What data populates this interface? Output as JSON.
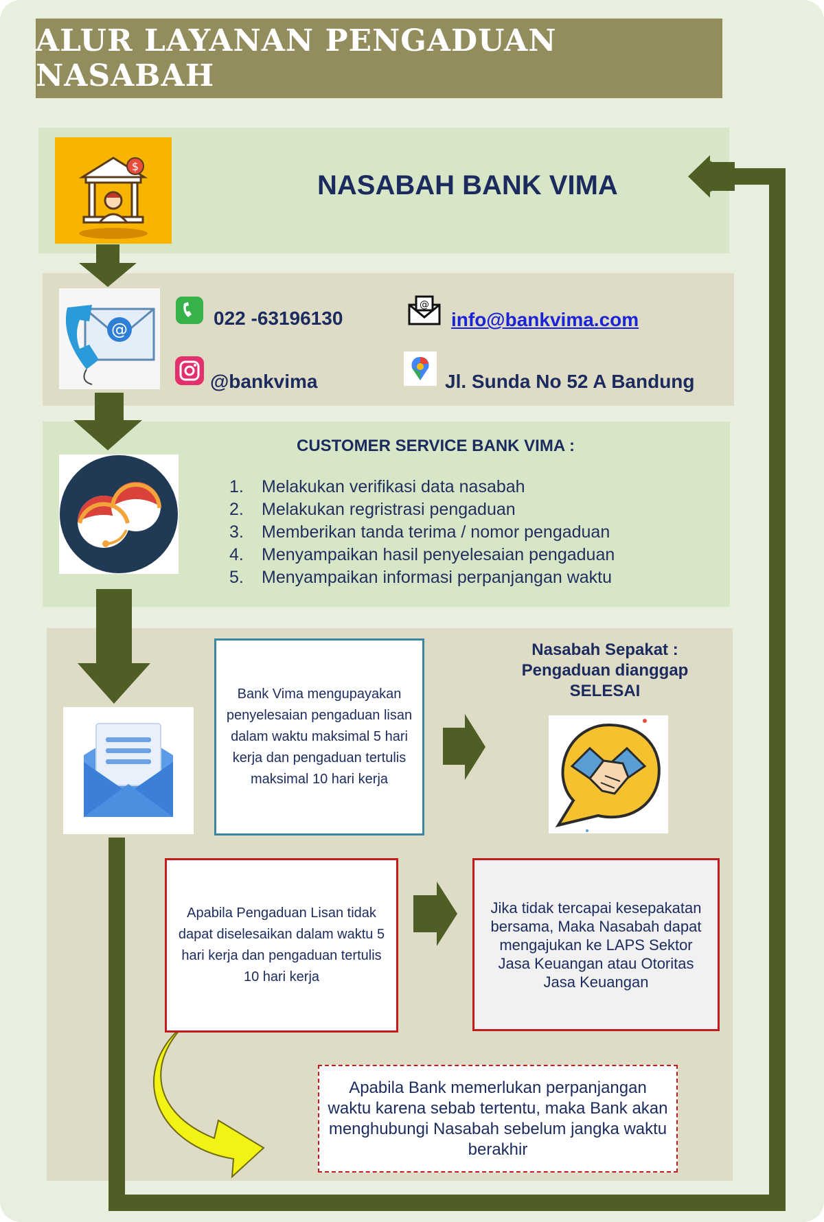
{
  "title": "ALUR LAYANAN PENGADUAN NASABAH",
  "customer_heading": "NASABAH BANK VIMA",
  "contacts": {
    "phone": "022 -63196130",
    "email": "info@bankvima.com",
    "instagram": "@bankvima",
    "address": "Jl. Sunda No 52 A Bandung"
  },
  "customer_service": {
    "title": "CUSTOMER SERVICE BANK VIMA :",
    "steps": [
      {
        "num": "1.",
        "text": "Melakukan verifikasi data nasabah"
      },
      {
        "num": "2.",
        "text": "Melakukan regristrasi pengaduan"
      },
      {
        "num": "3.",
        "text": "Memberikan tanda terima / nomor pengaduan"
      },
      {
        "num": "4.",
        "text": "Menyampaikan hasil penyelesaian pengaduan"
      },
      {
        "num": "5.",
        "text": "Menyampaikan informasi perpanjangan waktu"
      }
    ]
  },
  "resolution": {
    "text": "Bank Vima mengupayakan penyelesaian pengaduan lisan dalam waktu maksimal 5 hari kerja dan pengaduan tertulis maksimal 10 hari kerja"
  },
  "agreement": {
    "line1": "Nasabah Sepakat :",
    "line2": "Pengaduan dianggap",
    "line3": "SELESAI"
  },
  "unresolved": {
    "text": "Apabila Pengaduan Lisan tidak dapat diselesaikan dalam waktu 5 hari kerja dan pengaduan tertulis 10 hari kerja"
  },
  "escalation": {
    "text": "Jika tidak tercapai kesepakatan bersama, Maka Nasabah dapat mengajukan ke LAPS  Sektor Jasa Keuangan atau Otoritas Jasa Keuangan"
  },
  "extension": {
    "text": "Apabila Bank memerlukan perpanjangan waktu karena sebab tertentu, maka Bank akan menghubungi Nasabah sebelum jangka waktu berakhir"
  },
  "icons": [
    "bank-customer-icon",
    "phone-email-icon",
    "phone-icon",
    "email-icon",
    "instagram-icon",
    "location-icon",
    "customer-service-icon",
    "envelope-letter-icon",
    "handshake-icon",
    "arrow-down-icon",
    "arrow-right-icon",
    "curved-arrow-icon",
    "loop-arrow-icon"
  ],
  "colors": {
    "title_bg": "#938c5c",
    "arrow": "#4e5e24",
    "text_navy": "#1b2b5e",
    "link_blue": "#1a23d6",
    "teal_border": "#3b86a0",
    "red_border": "#c41a1a",
    "icon_orange": "#f7b500"
  }
}
